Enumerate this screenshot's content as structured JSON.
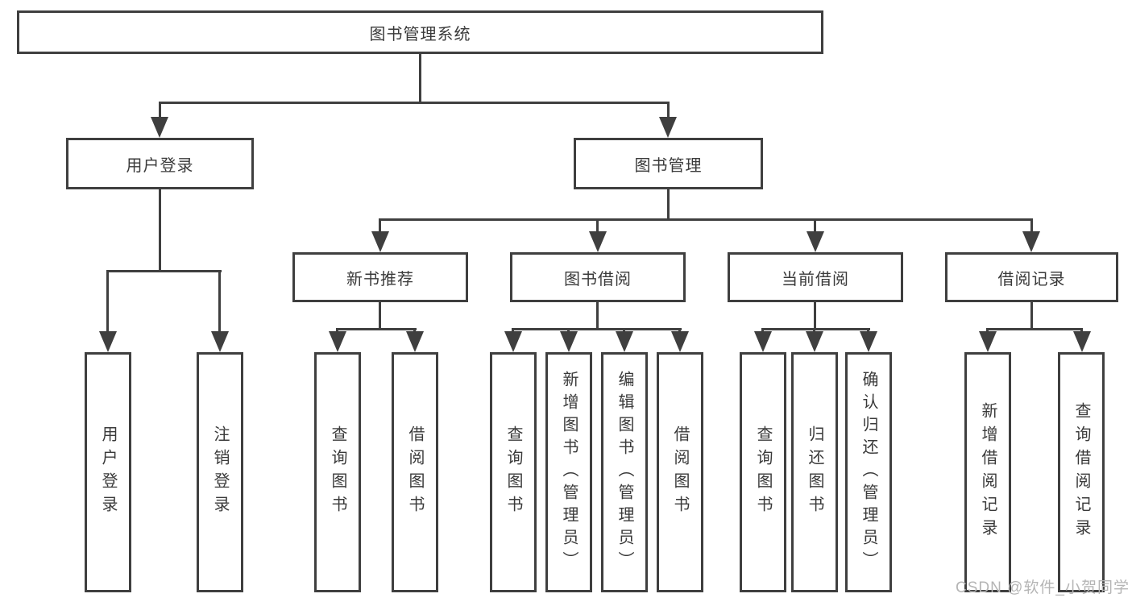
{
  "diagram": {
    "root": {
      "label": "图书管理系统"
    },
    "level2": {
      "user_login": {
        "label": "用户登录"
      },
      "book_mgmt": {
        "label": "图书管理"
      }
    },
    "level3": {
      "new_book_rec": {
        "label": "新书推荐"
      },
      "book_borrow": {
        "label": "图书借阅"
      },
      "current_borrow": {
        "label": "当前借阅"
      },
      "borrow_records": {
        "label": "借阅记录"
      }
    },
    "leaves": {
      "login": [
        {
          "label": "用户登录"
        },
        {
          "label": "注销登录"
        }
      ],
      "new_book_rec": [
        {
          "label": "查询图书"
        },
        {
          "label": "借阅图书"
        }
      ],
      "book_borrow": [
        {
          "label": "查询图书"
        },
        {
          "label": "新增图书（管理员）"
        },
        {
          "label": "编辑图书（管理员）"
        },
        {
          "label": "借阅图书"
        }
      ],
      "current_borrow": [
        {
          "label": "查询图书"
        },
        {
          "label": "归还图书"
        },
        {
          "label": "确认归还（管理员）"
        }
      ],
      "borrow_records": [
        {
          "label": "新增借阅记录"
        },
        {
          "label": "查询借阅记录"
        }
      ]
    }
  },
  "watermark": {
    "text": "CSDN @软件_小贺同学"
  },
  "colors": {
    "line": "#3f3f3f",
    "text": "#3a3a3a",
    "box_background": "#ffffff",
    "watermark": "#b5b5b5",
    "page_background": "#ffffff"
  }
}
